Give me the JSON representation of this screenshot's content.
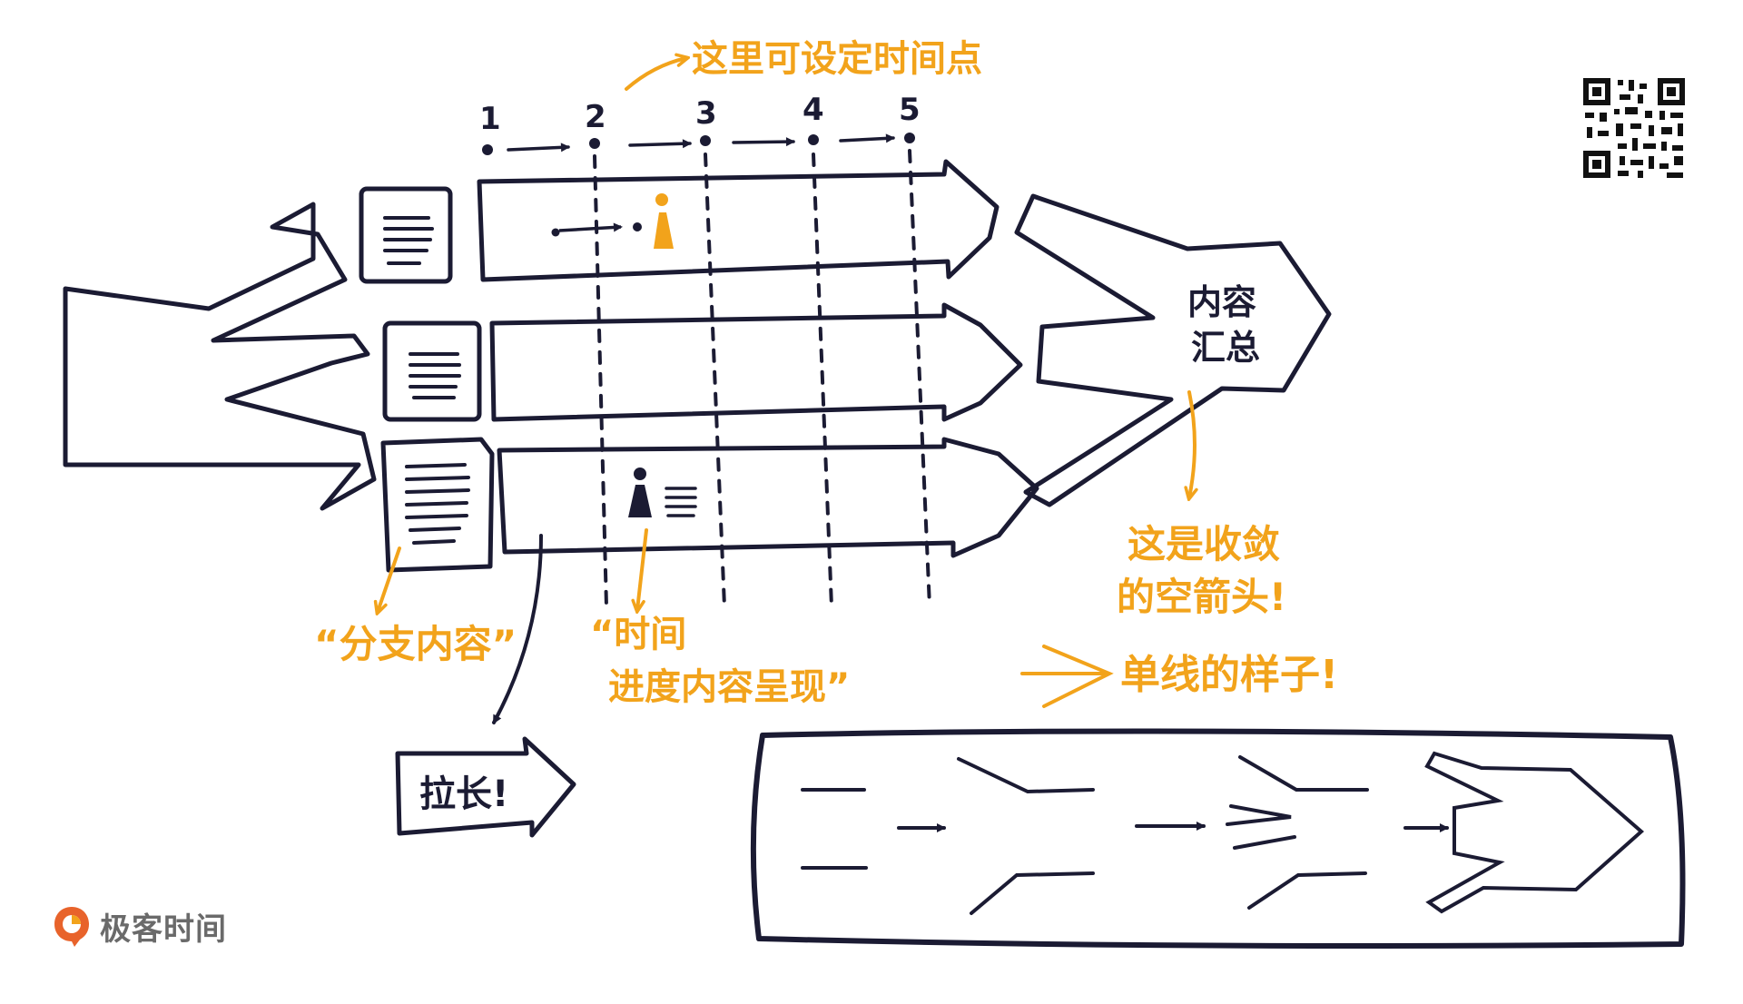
{
  "timeline": {
    "points": [
      "1",
      "2",
      "3",
      "4",
      "5"
    ]
  },
  "annotations": {
    "set_time_points": "这里可设定时间点",
    "content_summary_line1": "内容",
    "content_summary_line2": "汇总",
    "converge_line1": "这是收敛",
    "converge_line2": "的空箭头!",
    "single_line": "单线的样子!",
    "split_content": "“分支内容”",
    "time_line1": "“时间",
    "time_line2": "进度内容呈现”",
    "stretch": "拉长!"
  },
  "brand": {
    "name": "极客时间"
  },
  "colors": {
    "ink": "#1b1b33",
    "accent": "#F2A31B",
    "brand": "#E8632B"
  }
}
